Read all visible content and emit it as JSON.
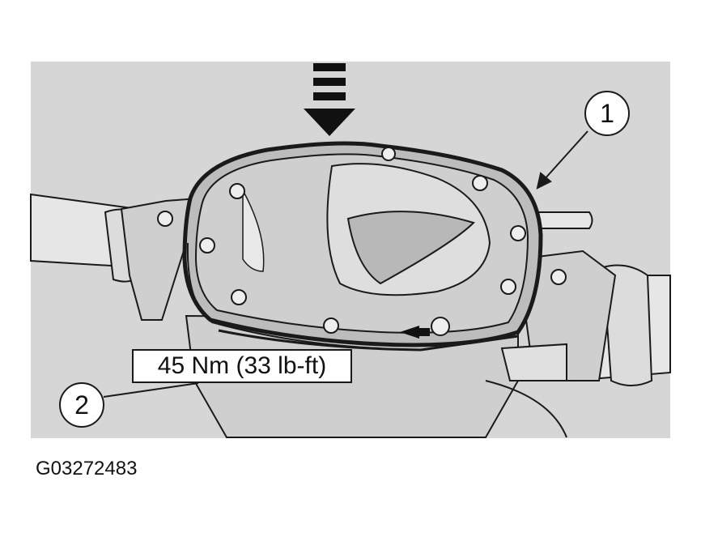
{
  "figure": {
    "torque_spec": "45 Nm (33 lb-ft)",
    "callout_1": "1",
    "callout_2": "2",
    "figure_id": "G03272483"
  },
  "colors": {
    "background_panel": "#d6d6d6",
    "line": "#1a1a1a",
    "page": "#ffffff"
  },
  "icons": [
    "press-down-arrow-icon",
    "small-arrow-icon"
  ]
}
